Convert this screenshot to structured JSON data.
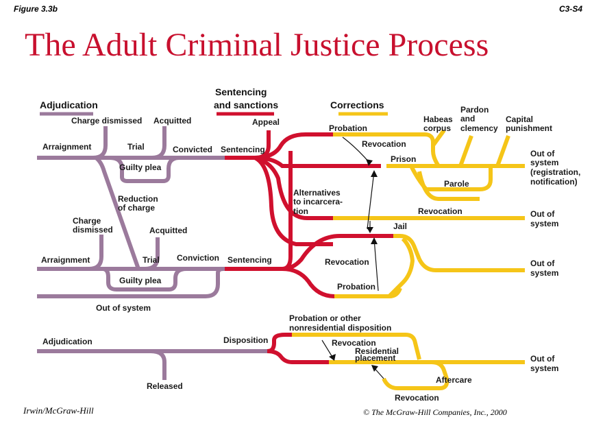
{
  "header": {
    "figure_label": "Figure 3.3b",
    "slide_id": "C3-S4",
    "title": "The Adult Criminal Justice Process"
  },
  "footer": {
    "publisher": "Irwin/McGraw-Hill",
    "copyright": "© The McGraw-Hill Companies, Inc., 2000"
  },
  "colors": {
    "adjudication": "#9b7a9c",
    "sentencing": "#d0102e",
    "corrections": "#f5c518",
    "title": "#c8102e"
  },
  "sections": {
    "adjudication": "Adjudication",
    "sentencing_line1": "Sentencing",
    "sentencing_line2": "and sanctions",
    "corrections": "Corrections"
  },
  "labels": {
    "charge_dismissed_top": "Charge dismissed",
    "acquitted_top": "Acquitted",
    "appeal": "Appeal",
    "probation_top": "Probation",
    "habeas_1": "Habeas",
    "habeas_2": "corpus",
    "pardon_1": "Pardon",
    "pardon_2": "and",
    "pardon_3": "clemency",
    "capital_1": "Capital",
    "capital_2": "punishment",
    "arraignment_top": "Arraignment",
    "trial_top": "Trial",
    "convicted": "Convicted",
    "sentencing_top": "Sentencing",
    "revocation_1": "Revocation",
    "prison": "Prison",
    "out_sys_1a": "Out of",
    "out_sys_1b": "system",
    "out_sys_1c": "(registration,",
    "out_sys_1d": "notification)",
    "guilty_plea_top": "Guilty plea",
    "parole": "Parole",
    "reduction_1": "Reduction",
    "reduction_2": "of charge",
    "alternatives_1": "Alternatives",
    "alternatives_2": "to incarcera-",
    "alternatives_3": "tion",
    "revocation_2": "Revocation",
    "out_sys_2a": "Out of",
    "out_sys_2b": "system",
    "charge_dismissed_mid_1": "Charge",
    "charge_dismissed_mid_2": "dismissed",
    "acquitted_mid": "Acquitted",
    "jail": "Jail",
    "arraignment_mid": "Arraignment",
    "trial_mid": "Trial",
    "conviction": "Conviction",
    "sentencing_mid": "Sentencing",
    "revocation_3": "Revocation",
    "out_sys_3a": "Out of",
    "out_sys_3b": "system",
    "guilty_plea_mid": "Guilty plea",
    "probation_mid": "Probation",
    "out_of_system": "Out of system",
    "probation_other_1": "Probation or other",
    "probation_other_2": "nonresidential disposition",
    "adjudication_juv": "Adjudication",
    "disposition": "Disposition",
    "revocation_4": "Revocation",
    "residential_1": "Residential",
    "residential_2": "placement",
    "out_sys_4a": "Out of",
    "out_sys_4b": "system",
    "aftercare": "Aftercare",
    "released": "Released",
    "revocation_5": "Revocation"
  }
}
